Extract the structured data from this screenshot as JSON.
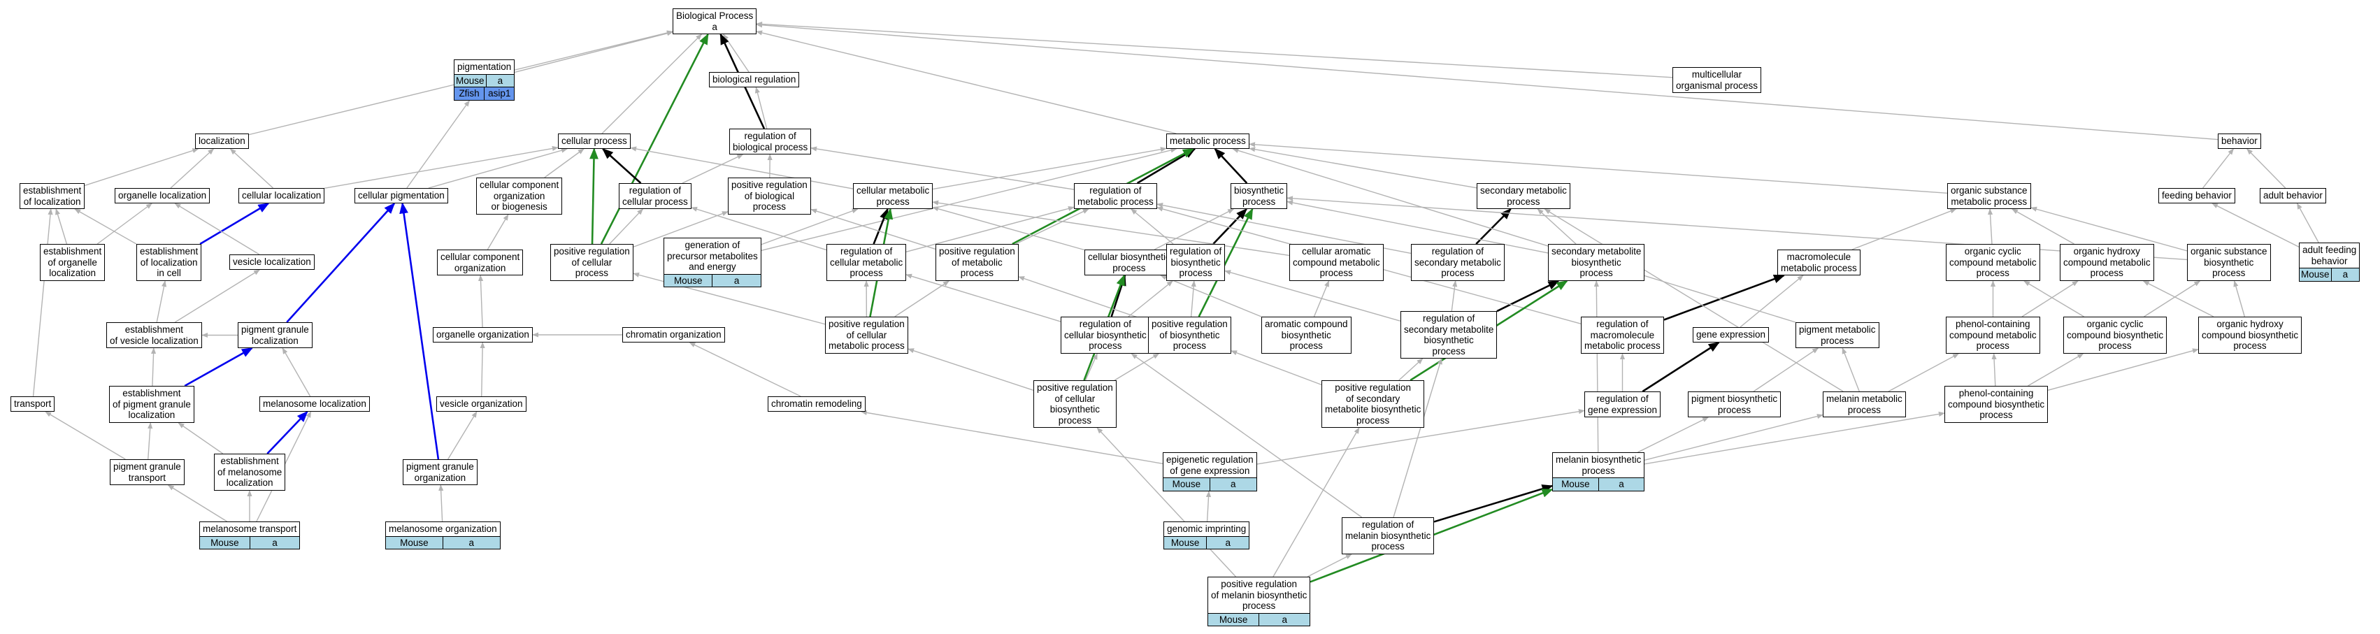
{
  "nodes": [
    {
      "id": "bp",
      "label": "Biological Process\na"
    },
    {
      "id": "pigmentation",
      "label": "pigmentation",
      "rows": [
        [
          "Mouse",
          "a"
        ],
        [
          "Zfish",
          "asip1"
        ]
      ]
    },
    {
      "id": "biol_reg",
      "label": "biological regulation"
    },
    {
      "id": "multicell",
      "label": "multicellular\norganismal process"
    },
    {
      "id": "localization",
      "label": "localization"
    },
    {
      "id": "cellular_process",
      "label": "cellular process"
    },
    {
      "id": "reg_bp",
      "label": "regulation of\nbiological process"
    },
    {
      "id": "metabolic",
      "label": "metabolic process"
    },
    {
      "id": "behavior",
      "label": "behavior"
    },
    {
      "id": "est_loc",
      "label": "establishment\nof localization"
    },
    {
      "id": "organelle_loc",
      "label": "organelle localization"
    },
    {
      "id": "cell_loc",
      "label": "cellular localization"
    },
    {
      "id": "cell_pigment",
      "label": "cellular pigmentation"
    },
    {
      "id": "ccob",
      "label": "cellular component\norganization\nor biogenesis"
    },
    {
      "id": "reg_cp",
      "label": "regulation of\ncellular process"
    },
    {
      "id": "pos_reg_bp",
      "label": "positive regulation\nof biological\nprocess"
    },
    {
      "id": "cell_metab",
      "label": "cellular metabolic\nprocess"
    },
    {
      "id": "reg_metab",
      "label": "regulation of\nmetabolic process"
    },
    {
      "id": "biosynth",
      "label": "biosynthetic\nprocess"
    },
    {
      "id": "sec_metab",
      "label": "secondary metabolic\nprocess"
    },
    {
      "id": "org_subst",
      "label": "organic substance\nmetabolic process"
    },
    {
      "id": "feeding",
      "label": "feeding behavior"
    },
    {
      "id": "adult_beh",
      "label": "adult behavior"
    },
    {
      "id": "est_org_loc",
      "label": "establishment\nof organelle\nlocalization"
    },
    {
      "id": "est_loc_cell",
      "label": "establishment\nof localization\nin cell"
    },
    {
      "id": "vesicle_loc",
      "label": "vesicle localization"
    },
    {
      "id": "cco",
      "label": "cellular component\norganization"
    },
    {
      "id": "pos_reg_cp",
      "label": "positive regulation\nof cellular\nprocess"
    },
    {
      "id": "gen_precursor",
      "label": "generation of\nprecursor metabolites\nand energy",
      "rows": [
        [
          "Mouse",
          "a"
        ]
      ]
    },
    {
      "id": "reg_cell_metab",
      "label": "regulation of\ncellular metabolic\nprocess"
    },
    {
      "id": "pos_reg_metab",
      "label": "positive regulation\nof metabolic\nprocess"
    },
    {
      "id": "cell_biosynth",
      "label": "cellular biosynthetic\nprocess"
    },
    {
      "id": "reg_biosynth",
      "label": "regulation of\nbiosynthetic\nprocess"
    },
    {
      "id": "cell_arom",
      "label": "cellular aromatic\ncompound metabolic\nprocess"
    },
    {
      "id": "reg_sec_metab",
      "label": "regulation of\nsecondary metabolic\nprocess"
    },
    {
      "id": "sec_metab_bio",
      "label": "secondary metabolite\nbiosynthetic\nprocess"
    },
    {
      "id": "macromol",
      "label": "macromolecule\nmetabolic process"
    },
    {
      "id": "org_cyclic",
      "label": "organic cyclic\ncompound metabolic\nprocess"
    },
    {
      "id": "org_hydroxy",
      "label": "organic hydroxy\ncompound metabolic\nprocess"
    },
    {
      "id": "org_subst_bio",
      "label": "organic substance\nbiosynthetic\nprocess"
    },
    {
      "id": "adult_feeding",
      "label": "adult feeding\nbehavior",
      "rows": [
        [
          "Mouse",
          "a"
        ]
      ]
    },
    {
      "id": "est_ves_loc",
      "label": "establishment\nof vesicle localization"
    },
    {
      "id": "pig_gran_loc",
      "label": "pigment granule\nlocalization"
    },
    {
      "id": "organelle_org",
      "label": "organelle organization"
    },
    {
      "id": "chromatin_org",
      "label": "chromatin organization"
    },
    {
      "id": "pos_reg_cell_metab",
      "label": "positive regulation\nof cellular\nmetabolic process"
    },
    {
      "id": "reg_cell_biosynth",
      "label": "regulation of\ncellular biosynthetic\nprocess"
    },
    {
      "id": "pos_reg_biosynth",
      "label": "positive regulation\nof biosynthetic\nprocess"
    },
    {
      "id": "arom_biosynth",
      "label": "aromatic compound\nbiosynthetic\nprocess"
    },
    {
      "id": "reg_sec_metab_bio",
      "label": "regulation of\nsecondary metabolite\nbiosynthetic\nprocess"
    },
    {
      "id": "reg_macromol",
      "label": "regulation of\nmacromolecule\nmetabolic process"
    },
    {
      "id": "gene_expr",
      "label": "gene expression"
    },
    {
      "id": "pigment_metab",
      "label": "pigment metabolic\nprocess"
    },
    {
      "id": "phenol_metab",
      "label": "phenol-containing\ncompound metabolic\nprocess"
    },
    {
      "id": "org_cyclic_bio",
      "label": "organic cyclic\ncompound biosynthetic\nprocess"
    },
    {
      "id": "org_hydroxy_bio",
      "label": "organic hydroxy\ncompound biosynthetic\nprocess"
    },
    {
      "id": "transport",
      "label": "transport"
    },
    {
      "id": "est_pig_gran",
      "label": "establishment\nof pigment granule\nlocalization"
    },
    {
      "id": "melanosome_loc",
      "label": "melanosome localization"
    },
    {
      "id": "vesicle_org",
      "label": "vesicle organization"
    },
    {
      "id": "chromatin_remod",
      "label": "chromatin remodeling"
    },
    {
      "id": "pos_reg_cell_biosynth",
      "label": "positive regulation\nof cellular\nbiosynthetic\nprocess"
    },
    {
      "id": "pos_reg_sec_metab_bio",
      "label": "positive regulation\nof secondary\nmetabolite biosynthetic\nprocess"
    },
    {
      "id": "reg_gene_expr",
      "label": "regulation of\ngene expression"
    },
    {
      "id": "pigment_biosynth",
      "label": "pigment biosynthetic\nprocess"
    },
    {
      "id": "melanin_metab",
      "label": "melanin metabolic\nprocess"
    },
    {
      "id": "phenol_biosynth",
      "label": "phenol-containing\ncompound biosynthetic\nprocess"
    },
    {
      "id": "pig_gran_transport",
      "label": "pigment granule\ntransport"
    },
    {
      "id": "est_melanosome",
      "label": "establishment\nof melanosome\nlocalization"
    },
    {
      "id": "pig_gran_org",
      "label": "pigment granule\norganization"
    },
    {
      "id": "epigenetic",
      "label": "epigenetic regulation\nof gene expression",
      "rows": [
        [
          "Mouse",
          "a"
        ]
      ]
    },
    {
      "id": "melanin_biosynth",
      "label": "melanin biosynthetic\nprocess",
      "rows": [
        [
          "Mouse",
          "a"
        ]
      ]
    },
    {
      "id": "melanosome_transport",
      "label": "melanosome transport",
      "rows": [
        [
          "Mouse",
          "a"
        ]
      ]
    },
    {
      "id": "melanosome_org",
      "label": "melanosome organization",
      "rows": [
        [
          "Mouse",
          "a"
        ]
      ]
    },
    {
      "id": "genomic_imprint",
      "label": "genomic imprinting",
      "rows": [
        [
          "Mouse",
          "a"
        ]
      ]
    },
    {
      "id": "reg_melanin_biosynth",
      "label": "regulation of\nmelanin biosynthetic\nprocess"
    },
    {
      "id": "pos_reg_melanin_biosynth",
      "label": "positive regulation\nof melanin biosynthetic\nprocess",
      "rows": [
        [
          "Mouse",
          "a"
        ]
      ]
    }
  ],
  "edges": [
    [
      "pigmentation",
      "bp",
      "gray"
    ],
    [
      "biol_reg",
      "bp",
      "gray"
    ],
    [
      "multicell",
      "bp",
      "gray"
    ],
    [
      "localization",
      "bp",
      "gray"
    ],
    [
      "cellular_process",
      "bp",
      "gray"
    ],
    [
      "metabolic",
      "bp",
      "gray"
    ],
    [
      "behavior",
      "bp",
      "gray"
    ],
    [
      "reg_bp",
      "biol_reg",
      "gray"
    ],
    [
      "reg_bp",
      "bp",
      "black"
    ],
    [
      "pos_reg_bp",
      "reg_bp",
      "gray"
    ],
    [
      "pos_reg_cp",
      "bp",
      "green"
    ],
    [
      "cell_pigment",
      "pigmentation",
      "gray"
    ],
    [
      "cell_pigment",
      "cellular_process",
      "gray"
    ],
    [
      "est_loc",
      "localization",
      "gray"
    ],
    [
      "organelle_loc",
      "localization",
      "gray"
    ],
    [
      "cell_loc",
      "localization",
      "gray"
    ],
    [
      "cell_loc",
      "cellular_process",
      "gray"
    ],
    [
      "ccob",
      "cellular_process",
      "gray"
    ],
    [
      "reg_cp",
      "cellular_process",
      "black"
    ],
    [
      "reg_cp",
      "reg_bp",
      "gray"
    ],
    [
      "pos_reg_cp",
      "cellular_process",
      "green"
    ],
    [
      "pos_reg_cp",
      "reg_cp",
      "gray"
    ],
    [
      "pos_reg_cp",
      "pos_reg_bp",
      "gray"
    ],
    [
      "cell_metab",
      "cellular_process",
      "gray"
    ],
    [
      "cell_metab",
      "metabolic",
      "gray"
    ],
    [
      "reg_metab",
      "metabolic",
      "black"
    ],
    [
      "reg_metab",
      "reg_bp",
      "gray"
    ],
    [
      "biosynth",
      "metabolic",
      "black"
    ],
    [
      "sec_metab",
      "metabolic",
      "gray"
    ],
    [
      "org_subst",
      "metabolic",
      "gray"
    ],
    [
      "feeding",
      "behavior",
      "gray"
    ],
    [
      "adult_beh",
      "behavior",
      "gray"
    ],
    [
      "adult_feeding",
      "feeding",
      "gray"
    ],
    [
      "adult_feeding",
      "adult_beh",
      "gray"
    ],
    [
      "est_org_loc",
      "est_loc",
      "gray"
    ],
    [
      "est_org_loc",
      "organelle_loc",
      "gray"
    ],
    [
      "est_loc_cell",
      "est_loc",
      "gray"
    ],
    [
      "est_loc_cell",
      "cell_loc",
      "blue"
    ],
    [
      "vesicle_loc",
      "organelle_loc",
      "gray"
    ],
    [
      "cco",
      "ccob",
      "gray"
    ],
    [
      "gen_precursor",
      "metabolic",
      "gray"
    ],
    [
      "gen_precursor",
      "cell_metab",
      "gray"
    ],
    [
      "reg_cell_metab",
      "cell_metab",
      "black"
    ],
    [
      "reg_cell_metab",
      "reg_cp",
      "gray"
    ],
    [
      "reg_cell_metab",
      "reg_metab",
      "gray"
    ],
    [
      "pos_reg_metab",
      "metabolic",
      "green"
    ],
    [
      "pos_reg_metab",
      "reg_metab",
      "gray"
    ],
    [
      "pos_reg_metab",
      "pos_reg_bp",
      "gray"
    ],
    [
      "cell_biosynth",
      "cell_metab",
      "gray"
    ],
    [
      "cell_biosynth",
      "biosynth",
      "gray"
    ],
    [
      "reg_biosynth",
      "biosynth",
      "black"
    ],
    [
      "reg_biosynth",
      "reg_metab",
      "gray"
    ],
    [
      "cell_arom",
      "cell_metab",
      "gray"
    ],
    [
      "reg_sec_metab",
      "sec_metab",
      "black"
    ],
    [
      "reg_sec_metab",
      "reg_metab",
      "gray"
    ],
    [
      "sec_metab_bio",
      "sec_metab",
      "gray"
    ],
    [
      "sec_metab_bio",
      "biosynth",
      "gray"
    ],
    [
      "macromol",
      "org_subst",
      "gray"
    ],
    [
      "org_cyclic",
      "org_subst",
      "gray"
    ],
    [
      "org_hydroxy",
      "org_subst",
      "gray"
    ],
    [
      "org_subst_bio",
      "org_subst",
      "gray"
    ],
    [
      "org_subst_bio",
      "biosynth",
      "gray"
    ],
    [
      "est_ves_loc",
      "est_loc_cell",
      "gray"
    ],
    [
      "est_ves_loc",
      "vesicle_loc",
      "gray"
    ],
    [
      "pig_gran_loc",
      "cell_pigment",
      "blue"
    ],
    [
      "pig_gran_loc",
      "est_ves_loc",
      "gray"
    ],
    [
      "organelle_org",
      "cco",
      "gray"
    ],
    [
      "chromatin_org",
      "organelle_org",
      "gray"
    ],
    [
      "pos_reg_cell_metab",
      "cell_metab",
      "green"
    ],
    [
      "pos_reg_cell_metab",
      "reg_cell_metab",
      "gray"
    ],
    [
      "pos_reg_cell_metab",
      "pos_reg_metab",
      "gray"
    ],
    [
      "pos_reg_cell_metab",
      "pos_reg_cp",
      "gray"
    ],
    [
      "reg_cell_biosynth",
      "cell_biosynth",
      "black"
    ],
    [
      "reg_cell_biosynth",
      "reg_biosynth",
      "gray"
    ],
    [
      "reg_cell_biosynth",
      "reg_cell_metab",
      "gray"
    ],
    [
      "pos_reg_biosynth",
      "biosynth",
      "green"
    ],
    [
      "pos_reg_biosynth",
      "reg_biosynth",
      "gray"
    ],
    [
      "pos_reg_biosynth",
      "pos_reg_metab",
      "gray"
    ],
    [
      "arom_biosynth",
      "cell_arom",
      "gray"
    ],
    [
      "arom_biosynth",
      "cell_biosynth",
      "gray"
    ],
    [
      "reg_sec_metab_bio",
      "sec_metab_bio",
      "black"
    ],
    [
      "reg_sec_metab_bio",
      "reg_sec_metab",
      "gray"
    ],
    [
      "reg_sec_metab_bio",
      "reg_biosynth",
      "gray"
    ],
    [
      "reg_macromol",
      "macromol",
      "black"
    ],
    [
      "reg_macromol",
      "reg_metab",
      "gray"
    ],
    [
      "gene_expr",
      "macromol",
      "gray"
    ],
    [
      "pigment_metab",
      "metabolic",
      "gray"
    ],
    [
      "phenol_metab",
      "org_cyclic",
      "gray"
    ],
    [
      "phenol_metab",
      "org_hydroxy",
      "gray"
    ],
    [
      "org_cyclic_bio",
      "org_cyclic",
      "gray"
    ],
    [
      "org_cyclic_bio",
      "org_subst_bio",
      "gray"
    ],
    [
      "org_hydroxy_bio",
      "org_hydroxy",
      "gray"
    ],
    [
      "org_hydroxy_bio",
      "org_subst_bio",
      "gray"
    ],
    [
      "transport",
      "est_loc",
      "gray"
    ],
    [
      "est_pig_gran",
      "pig_gran_loc",
      "blue"
    ],
    [
      "est_pig_gran",
      "est_ves_loc",
      "gray"
    ],
    [
      "melanosome_loc",
      "pig_gran_loc",
      "gray"
    ],
    [
      "vesicle_org",
      "organelle_org",
      "gray"
    ],
    [
      "chromatin_remod",
      "chromatin_org",
      "gray"
    ],
    [
      "pos_reg_cell_biosynth",
      "cell_biosynth",
      "green"
    ],
    [
      "pos_reg_cell_biosynth",
      "reg_cell_biosynth",
      "gray"
    ],
    [
      "pos_reg_cell_biosynth",
      "pos_reg_biosynth",
      "gray"
    ],
    [
      "pos_reg_cell_biosynth",
      "pos_reg_cell_metab",
      "gray"
    ],
    [
      "pos_reg_sec_metab_bio",
      "sec_metab_bio",
      "green"
    ],
    [
      "pos_reg_sec_metab_bio",
      "reg_sec_metab_bio",
      "gray"
    ],
    [
      "pos_reg_sec_metab_bio",
      "pos_reg_biosynth",
      "gray"
    ],
    [
      "reg_gene_expr",
      "gene_expr",
      "black"
    ],
    [
      "reg_gene_expr",
      "reg_macromol",
      "gray"
    ],
    [
      "pigment_biosynth",
      "pigment_metab",
      "gray"
    ],
    [
      "melanin_metab",
      "pigment_metab",
      "gray"
    ],
    [
      "melanin_metab",
      "phenol_metab",
      "gray"
    ],
    [
      "melanin_metab",
      "sec_metab",
      "gray"
    ],
    [
      "phenol_biosynth",
      "phenol_metab",
      "gray"
    ],
    [
      "phenol_biosynth",
      "org_cyclic_bio",
      "gray"
    ],
    [
      "phenol_biosynth",
      "org_hydroxy_bio",
      "gray"
    ],
    [
      "pig_gran_transport",
      "transport",
      "gray"
    ],
    [
      "pig_gran_transport",
      "est_pig_gran",
      "gray"
    ],
    [
      "est_melanosome",
      "est_pig_gran",
      "gray"
    ],
    [
      "est_melanosome",
      "melanosome_loc",
      "blue"
    ],
    [
      "pig_gran_org",
      "cell_pigment",
      "blue"
    ],
    [
      "pig_gran_org",
      "vesicle_org",
      "gray"
    ],
    [
      "epigenetic",
      "reg_gene_expr",
      "gray"
    ],
    [
      "epigenetic",
      "chromatin_remod",
      "gray"
    ],
    [
      "genomic_imprint",
      "epigenetic",
      "gray"
    ],
    [
      "melanin_biosynth",
      "melanin_metab",
      "gray"
    ],
    [
      "melanin_biosynth",
      "pigment_biosynth",
      "gray"
    ],
    [
      "melanin_biosynth",
      "phenol_biosynth",
      "gray"
    ],
    [
      "melanin_biosynth",
      "sec_metab_bio",
      "gray"
    ],
    [
      "melanosome_transport",
      "pig_gran_transport",
      "gray"
    ],
    [
      "melanosome_transport",
      "est_melanosome",
      "gray"
    ],
    [
      "melanosome_transport",
      "melanosome_loc",
      "gray"
    ],
    [
      "melanosome_org",
      "pig_gran_org",
      "gray"
    ],
    [
      "reg_melanin_biosynth",
      "melanin_biosynth",
      "black"
    ],
    [
      "reg_melanin_biosynth",
      "reg_sec_metab_bio",
      "gray"
    ],
    [
      "reg_melanin_biosynth",
      "reg_cell_biosynth",
      "gray"
    ],
    [
      "pos_reg_melanin_biosynth",
      "melanin_biosynth",
      "green"
    ],
    [
      "pos_reg_melanin_biosynth",
      "reg_melanin_biosynth",
      "gray"
    ],
    [
      "pos_reg_melanin_biosynth",
      "pos_reg_sec_metab_bio",
      "gray"
    ],
    [
      "pos_reg_melanin_biosynth",
      "pos_reg_cell_biosynth",
      "gray"
    ]
  ],
  "edge_colors": {
    "gray": "#b3b3b3",
    "black": "#000000",
    "green": "#228b22",
    "blue": "#0000ee"
  },
  "gene_row_colors": {
    "Mouse": "#add8e6",
    "Zfish": "#6495ed"
  }
}
